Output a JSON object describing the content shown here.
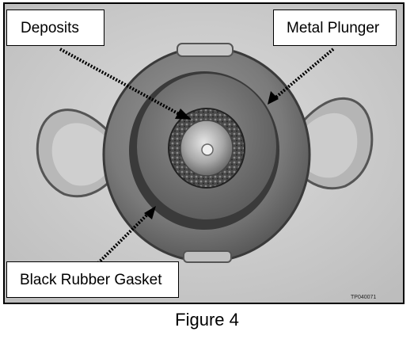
{
  "figure": {
    "caption": "Figure 4",
    "photo_code": "TP040071"
  },
  "callouts": {
    "deposits": "Deposits",
    "metal_plunger": "Metal Plunger",
    "black_rubber_gasket": "Black Rubber Gasket"
  }
}
